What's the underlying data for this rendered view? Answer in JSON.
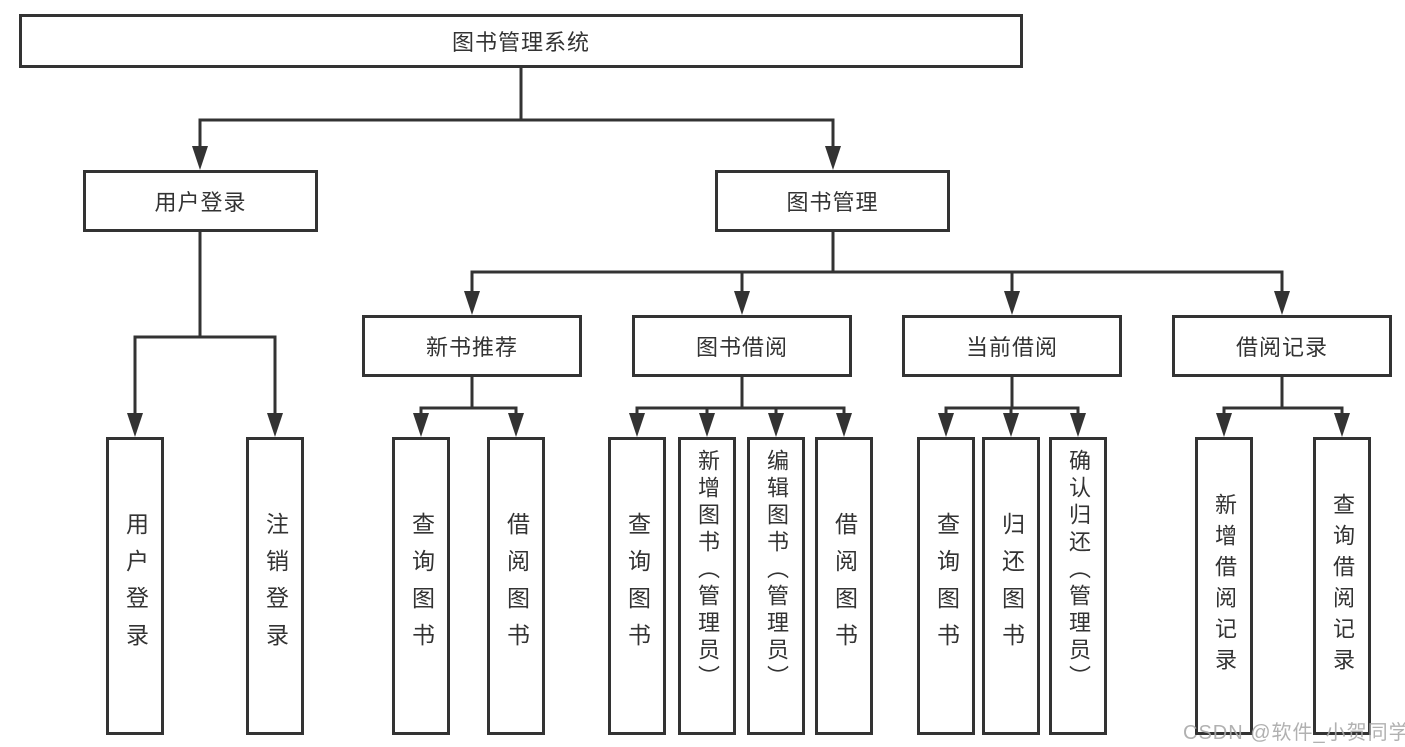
{
  "tree": {
    "root": "图书管理系统",
    "branches": [
      {
        "label": "用户登录",
        "leaves": [
          "用户登录",
          "注销登录"
        ]
      },
      {
        "label": "图书管理",
        "groups": [
          {
            "label": "新书推荐",
            "leaves": [
              "查询图书",
              "借阅图书"
            ]
          },
          {
            "label": "图书借阅",
            "leaves": [
              "查询图书",
              "新增图书（管理员）",
              "编辑图书（管理员）",
              "借阅图书"
            ]
          },
          {
            "label": "当前借阅",
            "leaves": [
              "查询图书",
              "归还图书",
              "确认归还（管理员）"
            ]
          },
          {
            "label": "借阅记录",
            "leaves": [
              "新增借阅记录",
              "查询借阅记录"
            ]
          }
        ]
      }
    ]
  },
  "watermark": "CSDN @软件_小贺同学",
  "colors": {
    "line": "#333333",
    "text": "#333333",
    "node_background": "#ffffff",
    "watermark": "#a8a8a8"
  }
}
